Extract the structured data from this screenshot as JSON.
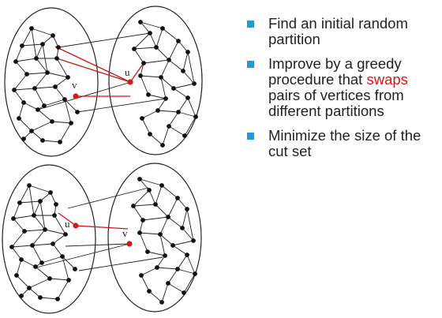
{
  "colors": {
    "bullet": "#1e9bd7",
    "highlight": "#e01010",
    "ink": "#111111"
  },
  "diagrams": [
    {
      "top_label_u": "u",
      "top_label_v": "v"
    },
    {
      "bottom_label_u": "u",
      "bottom_label_v": "v"
    }
  ],
  "labels": {
    "top_u": "u",
    "top_v": "v",
    "bottom_u": "u",
    "bottom_v": "v"
  },
  "bullets": [
    {
      "text": "Find an initial random partition"
    },
    {
      "before": "Improve by a greedy procedure that ",
      "highlight": "swaps",
      "after": " pairs of vertices from different partitions"
    },
    {
      "text": "Minimize the size of the cut set"
    }
  ]
}
